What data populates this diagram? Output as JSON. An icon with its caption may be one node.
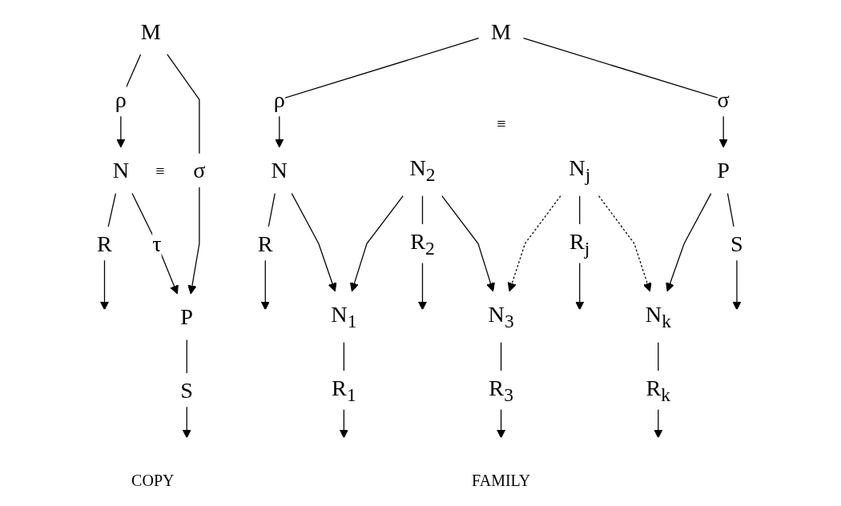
{
  "diagram": {
    "nodes": [
      {
        "text": [
          "M"
        ]
      },
      {
        "text": [
          "N"
        ]
      },
      {
        "text": [
          "P"
        ]
      },
      {
        "text": [
          "M"
        ]
      },
      {
        "text": [
          "N"
        ]
      },
      {
        "text": [
          "N$_{2}$"
        ]
      },
      {
        "text": [
          "N$_{j}$"
        ]
      },
      {
        "text": [
          "P"
        ]
      },
      {
        "text": [
          "N$_{1}$"
        ]
      },
      {
        "text": [
          "N$_{3}$"
        ]
      },
      {
        "text": [
          "N$_{k}$"
        ]
      }
    ],
    "edges": [
      {
        "from": 0,
        "to": 1,
        "arrow": "to",
        "label": "ρ"
      },
      {
        "from": 0,
        "to": 2,
        "arrow": "to",
        "label": "σ"
      },
      {
        "from": 1,
        "to": null,
        "arrow": "to",
        "label": "R"
      },
      {
        "from": 1,
        "to": 2,
        "arrow": "to",
        "label": "τ"
      },
      {
        "from": 2,
        "to": null,
        "arrow": "to",
        "label": "S"
      },
      {
        "from": 3,
        "to": 4,
        "arrow": "to",
        "label": "ρ"
      },
      {
        "from": 3,
        "to": 7,
        "arrow": "to",
        "label": "σ"
      },
      {
        "from": 4,
        "to": null,
        "arrow": "to",
        "label": "R"
      },
      {
        "from": 4,
        "to": 8,
        "arrow": "to"
      },
      {
        "from": 5,
        "to": 8,
        "arrow": "to"
      },
      {
        "from": 5,
        "to": null,
        "arrow": "to",
        "label": "R$_{2}$"
      },
      {
        "from": 5,
        "to": 9,
        "arrow": "to"
      },
      {
        "from": 6,
        "to": 9,
        "arrow": "to",
        "style": "dashed"
      },
      {
        "from": 6,
        "to": null,
        "arrow": "to",
        "label": "R$_{j}$"
      },
      {
        "from": 6,
        "to": 10,
        "arrow": "to",
        "style": "dashed"
      },
      {
        "from": 7,
        "to": 10,
        "arrow": "to"
      },
      {
        "from": 7,
        "to": null,
        "arrow": "to",
        "label": "S"
      },
      {
        "from": 8,
        "to": null,
        "arrow": "to",
        "label": "R$_{1}$"
      },
      {
        "from": 9,
        "to": null,
        "arrow": "to",
        "label": "R$_{3}$"
      },
      {
        "from": 10,
        "to": null,
        "arrow": "to",
        "label": "R$_{k}$"
      }
    ],
    "labels": [
      "≡",
      "≡",
      "COPY",
      "FAMILY"
    ]
  }
}
